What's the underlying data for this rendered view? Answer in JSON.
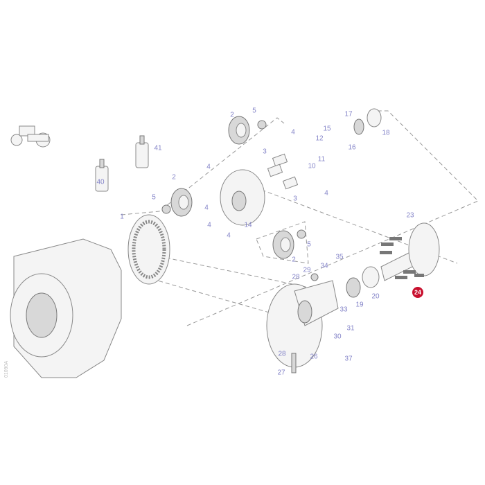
{
  "diagram": {
    "drawing_code": "01090A",
    "highlight_color": "#c8102e",
    "label_color": "#8484c8",
    "highlighted_part": "24",
    "labels": [
      "2",
      "5",
      "4",
      "17",
      "15",
      "18",
      "12",
      "16",
      "3",
      "11",
      "10",
      "4",
      "40",
      "41",
      "2",
      "4",
      "3",
      "5",
      "1",
      "4",
      "4",
      "14",
      "5",
      "2",
      "23",
      "35",
      "34",
      "29",
      "28",
      "19",
      "20",
      "33",
      "31",
      "30",
      "28",
      "26",
      "37",
      "27",
      "4"
    ]
  }
}
